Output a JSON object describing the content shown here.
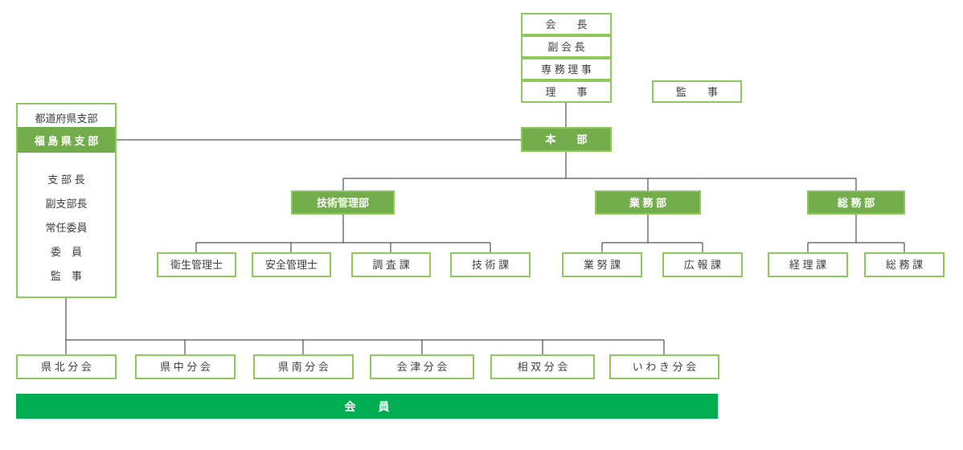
{
  "colors": {
    "border_green": "#8fc85c",
    "fill_green": "#73ac4b",
    "member_green": "#00ad51",
    "text_dark": "#3f3f3f",
    "text_light": "#ffffff",
    "line": "#2e2e2e",
    "page_bg": "#ffffff"
  },
  "executives": {
    "chairman": "会　　長",
    "vice_chairman": "副 会 長",
    "executive_director": "専 務 理 事",
    "director": "理　　事"
  },
  "auditor": "監　　事",
  "headquarters": "本　　部",
  "branch_panel": {
    "header": "都道府県支部",
    "highlight": "福 島 県 支 部",
    "roles": [
      "支 部 長",
      "副支部長",
      "常任委員",
      "委　員",
      "監　事"
    ]
  },
  "departments": [
    {
      "name": "技術管理部",
      "sections": [
        "衛生管理士",
        "安全管理士",
        "調 査 課",
        "技 術 課"
      ]
    },
    {
      "name": "業 務 部",
      "sections": [
        "業 努 課",
        "広 報 課"
      ]
    },
    {
      "name": "総 務 部",
      "sections": [
        "経 理 課",
        "総 務 課"
      ]
    }
  ],
  "branches": [
    "県 北 分 会",
    "県 中 分 会",
    "県 南 分 会",
    "会 津 分 会",
    "相 双 分 会",
    "い わ き 分 会"
  ],
  "members": "会　　員"
}
